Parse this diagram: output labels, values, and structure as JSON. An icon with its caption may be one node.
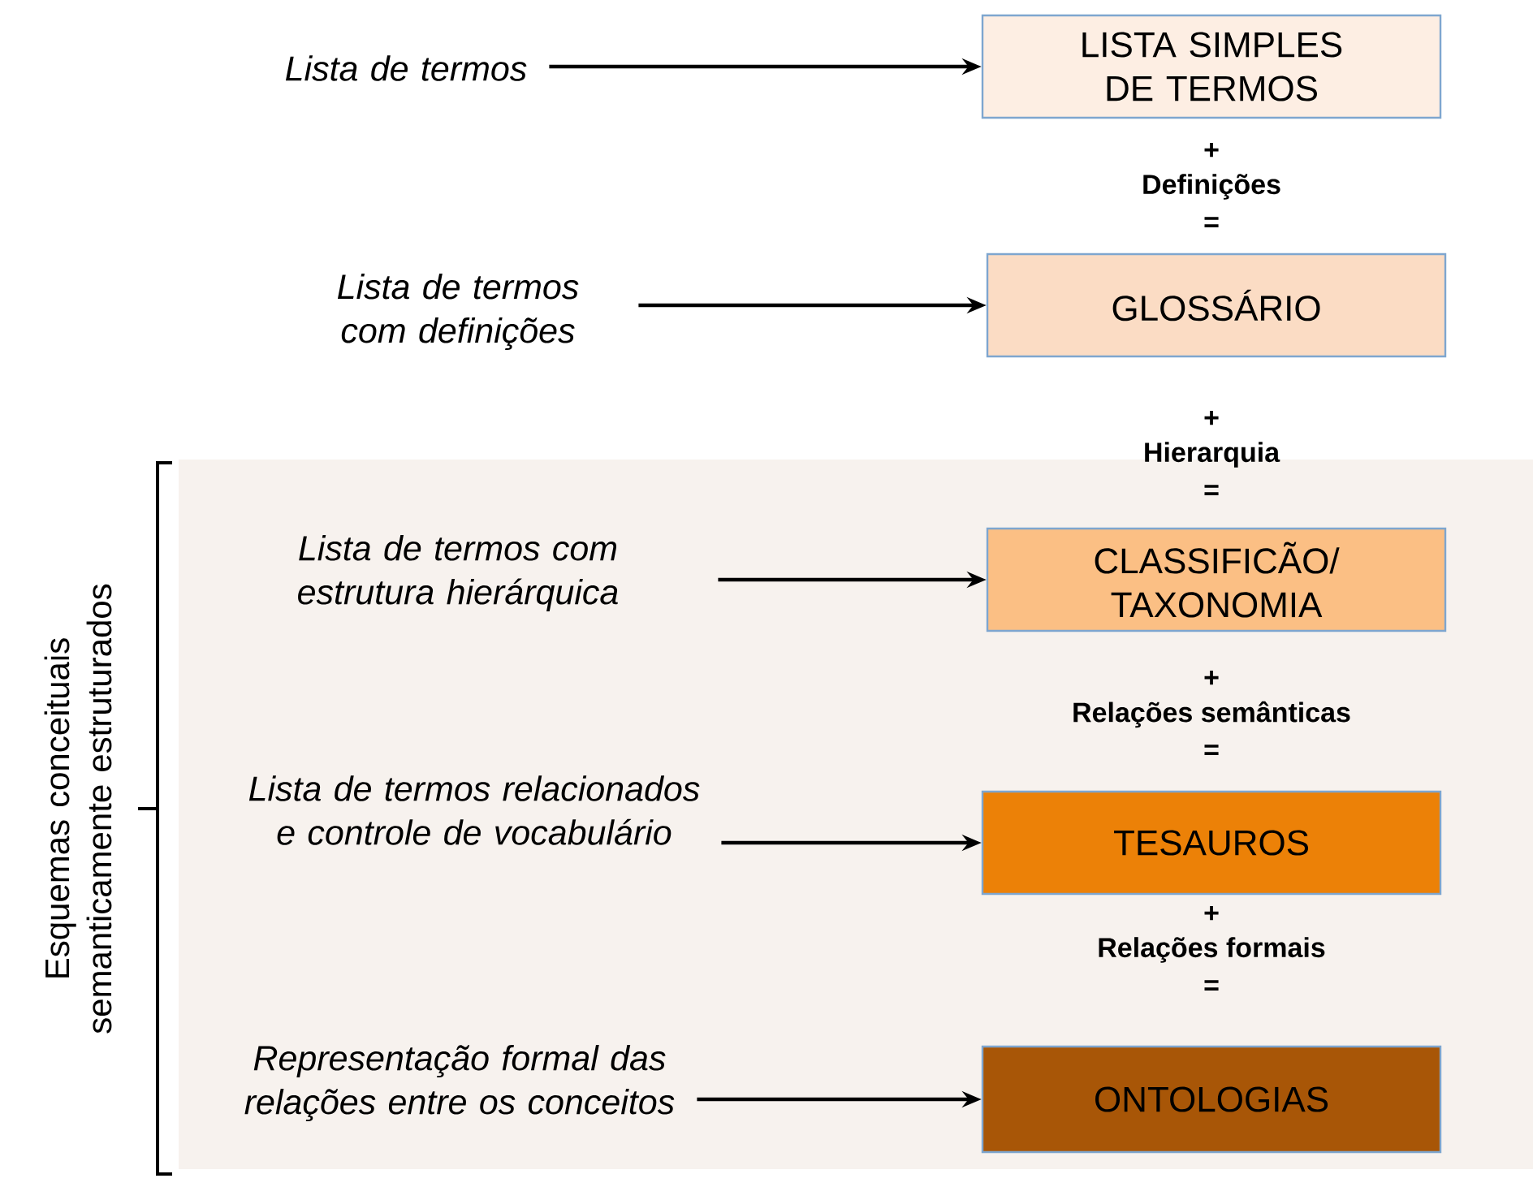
{
  "diagram": {
    "nodes": [
      {
        "text": [
          "Lista de termos"
        ]
      },
      {
        "text": [
          "Lista de termos com definições"
        ]
      },
      {
        "text": [
          "Lista de termos com estrutura hierárquica"
        ]
      },
      {
        "text": [
          "Lista de termos relacionados e controle de vocabulário"
        ]
      },
      {
        "text": [
          "Representação formal das relações entre os conceitos"
        ]
      },
      {
        "text": [
          "LISTA SIMPLES DE TERMOS"
        ]
      },
      {
        "text": [
          "GLOSSÁRIO"
        ]
      },
      {
        "text": [
          "CLASSIFICÃO/ TAXONOMIA"
        ]
      },
      {
        "text": [
          "TESAUROS"
        ]
      },
      {
        "text": [
          "ONTOLOGIAS"
        ]
      }
    ],
    "edges": [
      {
        "from": 0,
        "to": 5,
        "arrow": "to"
      },
      {
        "from": 1,
        "to": 6,
        "arrow": "to"
      },
      {
        "from": 2,
        "to": 7,
        "arrow": "to"
      },
      {
        "from": 3,
        "to": 8,
        "arrow": "to"
      },
      {
        "from": 4,
        "to": 9,
        "arrow": "to"
      }
    ],
    "labels": [
      "+",
      "Definições",
      "=",
      "+",
      "Hierarquia",
      "=",
      "+",
      "Relações semânticas",
      "=",
      "+",
      "Relações formais",
      "=",
      "Esquemas conceituais semanticamente estruturados"
    ]
  }
}
